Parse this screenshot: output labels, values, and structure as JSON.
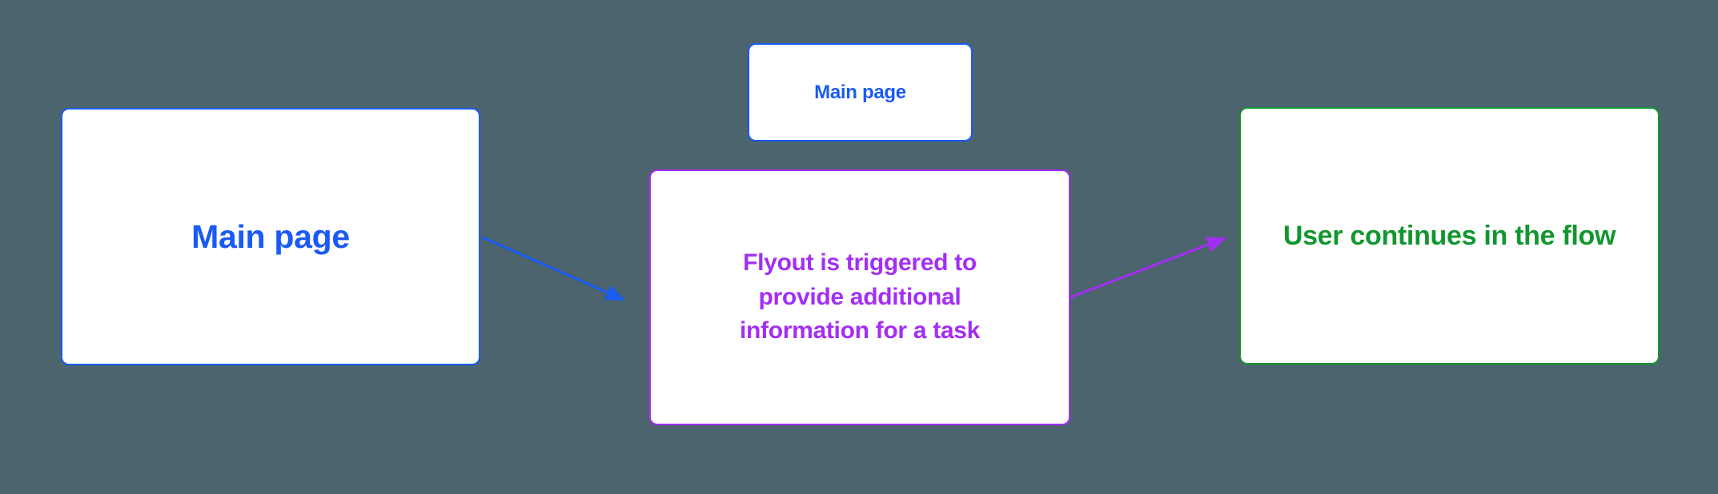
{
  "diagram": {
    "nodes": {
      "main_page": {
        "label": "Main page",
        "color_key": "blue"
      },
      "main_page_small": {
        "label": "Main page",
        "color_key": "blue"
      },
      "flyout": {
        "label": "Flyout is triggered to provide additional information for a task",
        "color_key": "purple"
      },
      "user_continues": {
        "label": "User continues in the flow",
        "color_key": "green"
      }
    },
    "edges": [
      {
        "from": "main_page",
        "to": "flyout",
        "color_key": "blue",
        "style": "arrow"
      },
      {
        "from": "flyout",
        "to": "user_continues",
        "color_key": "purple",
        "style": "arrow"
      }
    ]
  },
  "colors": {
    "background": "#4b646d",
    "node_fill": "#ffffff",
    "blue": "#1a5af5",
    "purple": "#a32ef5",
    "green": "#12962f"
  }
}
